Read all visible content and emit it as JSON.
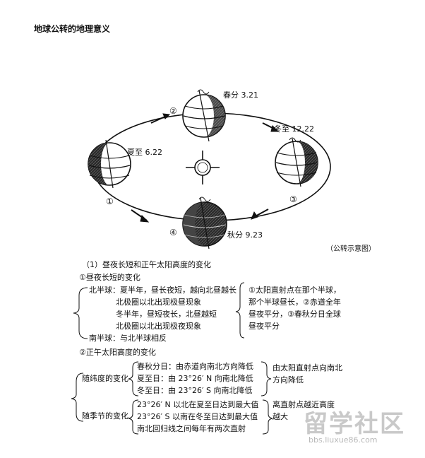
{
  "page": {
    "title": "地球公转的地理意义"
  },
  "diagram": {
    "labels": {
      "spring": "春分 3.21",
      "winter": "冬至 12.22",
      "summer": "夏至 6.22",
      "autumn": "秋分 9.23",
      "caption": "（公转示意图）",
      "pos1": "①",
      "pos2": "②",
      "pos3": "③",
      "pos4": "④"
    }
  },
  "notes": {
    "heading": "（1）昼夜长短和正午太阳高度的变化",
    "section1": {
      "title": "①昼夜长短的变化",
      "left_lines": [
        "北半球：夏半年，昼长夜短，越向北昼越长",
        "北极圈以北出现极昼现象",
        "冬半年，昼短夜长，北昼越短",
        "北极圈以北出现极夜现象",
        "南半球：与北半球相反"
      ],
      "right_lines": [
        "①太阳直射点在那个半球，",
        "那个半球昼长，②赤道全年",
        "昼夜平分，③春秋分日全球",
        "昼夜平分"
      ]
    },
    "section2": {
      "title": "②正午太阳高度的变化",
      "latitude_label": "随纬度的变化",
      "latitude_lines": [
        "春秋分日：由赤道向南北方向降低",
        "夏至日：由 23°26′ N 向南北降低",
        "冬至日：由 23°26′ S 向南北降低"
      ],
      "latitude_note": [
        "由太阳直射点向南北",
        "方向降低"
      ],
      "season_label": "随季节的变化",
      "season_lines": [
        "23°26′ N 以北在夏至日达到最大值",
        "23°26′ S 以南在冬至日达到最大值",
        "南北回归线之间每年有两次直射"
      ],
      "season_note": [
        "离直射点越近高度",
        "越大"
      ]
    }
  },
  "watermark": {
    "main": "留学社区",
    "url": "bbs.liuxue86.com"
  }
}
